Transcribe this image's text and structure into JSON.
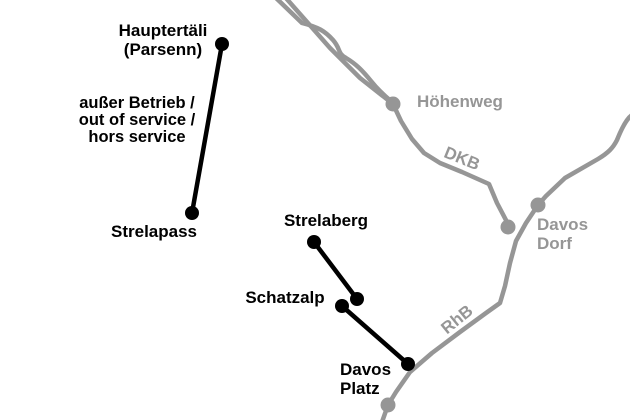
{
  "colors": {
    "line_gray": "#969696",
    "line_black": "#000000",
    "text_gray": "#969696",
    "text_black": "#000000",
    "background": "#ffffff"
  },
  "cableways": {
    "hauptertali": {
      "line1": "Hauptertäli",
      "line2": "(Parsenn)"
    },
    "service_note": {
      "line1": "außer Betrieb /",
      "line2": "out of service /",
      "line3": "hors service"
    },
    "strelapass": "Strelapass",
    "strelaberg": "Strelaberg",
    "schatzalp": "Schatzalp",
    "davos_platz": {
      "line1": "Davos",
      "line2": "Platz"
    }
  },
  "railways": {
    "hohenweg": "Höhenweg",
    "dkb": "DKB",
    "davos_dorf": {
      "line1": "Davos",
      "line2": "Dorf"
    },
    "rhb": "RhB"
  }
}
